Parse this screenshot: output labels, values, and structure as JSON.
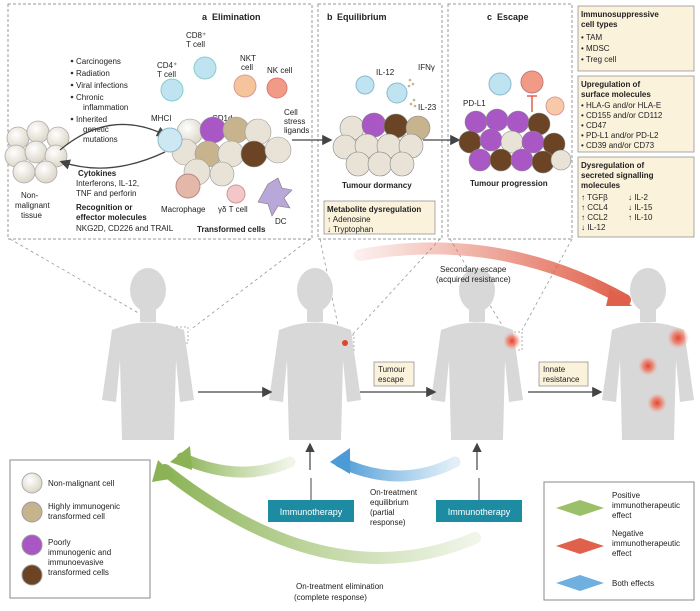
{
  "panels": {
    "a": {
      "letter": "a",
      "title": "Elimination",
      "carcinogens": [
        "Carcinogens",
        "Radiation",
        "Viral infections",
        "Chronic",
        "inflammation",
        "Inherited",
        "genetic",
        "mutations"
      ],
      "nonmalignant_label": [
        "Non-",
        "malignant",
        "tissue"
      ],
      "cytokines_head": "Cytokines",
      "cytokines_text": [
        "Interferons, IL-12,",
        "TNF and perforin"
      ],
      "recognition_head": [
        "Recognition or",
        "effector molecules"
      ],
      "recognition_text": "NKG2D, CD226 and TRAIL",
      "cells": {
        "cd4": [
          "CD4⁺",
          "T cell"
        ],
        "cd8": [
          "CD8⁺",
          "T cell"
        ],
        "nkt": [
          "NKT",
          "cell"
        ],
        "nk": "NK cell",
        "mhci": "MHCI",
        "cd1d": "CD1d",
        "stress": [
          "Cell",
          "stress",
          "ligands"
        ],
        "macrophage": "Macrophage",
        "gd": "γδ T cell",
        "dc": "DC"
      },
      "transformed": "Transformed cells"
    },
    "b": {
      "letter": "b",
      "title": "Equilibrium",
      "il12": "IL-12",
      "ifng": "IFNγ",
      "il23": "IL-23",
      "dormancy": "Tumour dormancy",
      "metabolite_head": "Metabolite dysregulation",
      "metabolite_items": [
        "↑ Adenosine",
        "↓ Tryptophan"
      ]
    },
    "c": {
      "letter": "c",
      "title": "Escape",
      "pdl1": "PD-L1",
      "progression": "Tumour progression",
      "immuno_head": [
        "Immunosuppressive",
        "cell types"
      ],
      "immuno_items": [
        "• TAM",
        "• MDSC",
        "• Treg cell"
      ],
      "surface_head": [
        "Upregulation of",
        "surface molecules"
      ],
      "surface_items": [
        "• HLA-G and/or HLA-E",
        "• CD155 and/or CD112",
        "• CD47",
        "• PD-L1 and/or PD-L2",
        "• CD39 and/or CD73"
      ],
      "secreted_head": [
        "Dysregulation of",
        "secreted signalling",
        "molecules"
      ],
      "secreted_left": [
        "↑ TGFβ",
        "↑ CCL4",
        "↑ CCL2",
        "↓ IL-12"
      ],
      "secreted_right": [
        "↓ IL-2",
        "↓ IL-15",
        "↑ IL-10"
      ]
    }
  },
  "flow": {
    "secondary_escape": [
      "Secondary escape",
      "(acquired resistance)"
    ],
    "tumour_escape": [
      "Tumour",
      "escape"
    ],
    "innate_resistance": [
      "Innate",
      "resistance"
    ],
    "immunotherapy_1": "Immunotherapy",
    "immunotherapy_2": "Immunotherapy",
    "partial": [
      "On-treatment",
      "equilibrium",
      "(partial",
      "response)"
    ],
    "complete": [
      "On-treatment elimination",
      "(complete response)"
    ]
  },
  "legend_cells": [
    {
      "label": [
        "Non-malignant cell"
      ],
      "color": "#e8e3d6"
    },
    {
      "label": [
        "Highly immunogenic",
        "transformed cell"
      ],
      "color": "#c7b48e"
    },
    {
      "label": [
        "Poorly",
        "immunogenic and",
        "immunoevasive",
        "transformed cells"
      ],
      "color": "#a957c5",
      "color2": "#6b4426"
    }
  ],
  "legend_effects": [
    {
      "label": [
        "Positive",
        "immunotherapeutic",
        "effect"
      ],
      "color": "#9cbf6a"
    },
    {
      "label": [
        "Negative",
        "immunotherapeutic",
        "effect"
      ],
      "color": "#e0614b"
    },
    {
      "label": [
        "Both effects"
      ],
      "color": "#6fb0e0"
    }
  ],
  "colors": {
    "immunotherapy_bg": "#1d8ca3",
    "note_bg": "#fbf2dc",
    "green": "#9cbf6a",
    "red": "#e0614b",
    "blue": "#6fb0e0"
  }
}
